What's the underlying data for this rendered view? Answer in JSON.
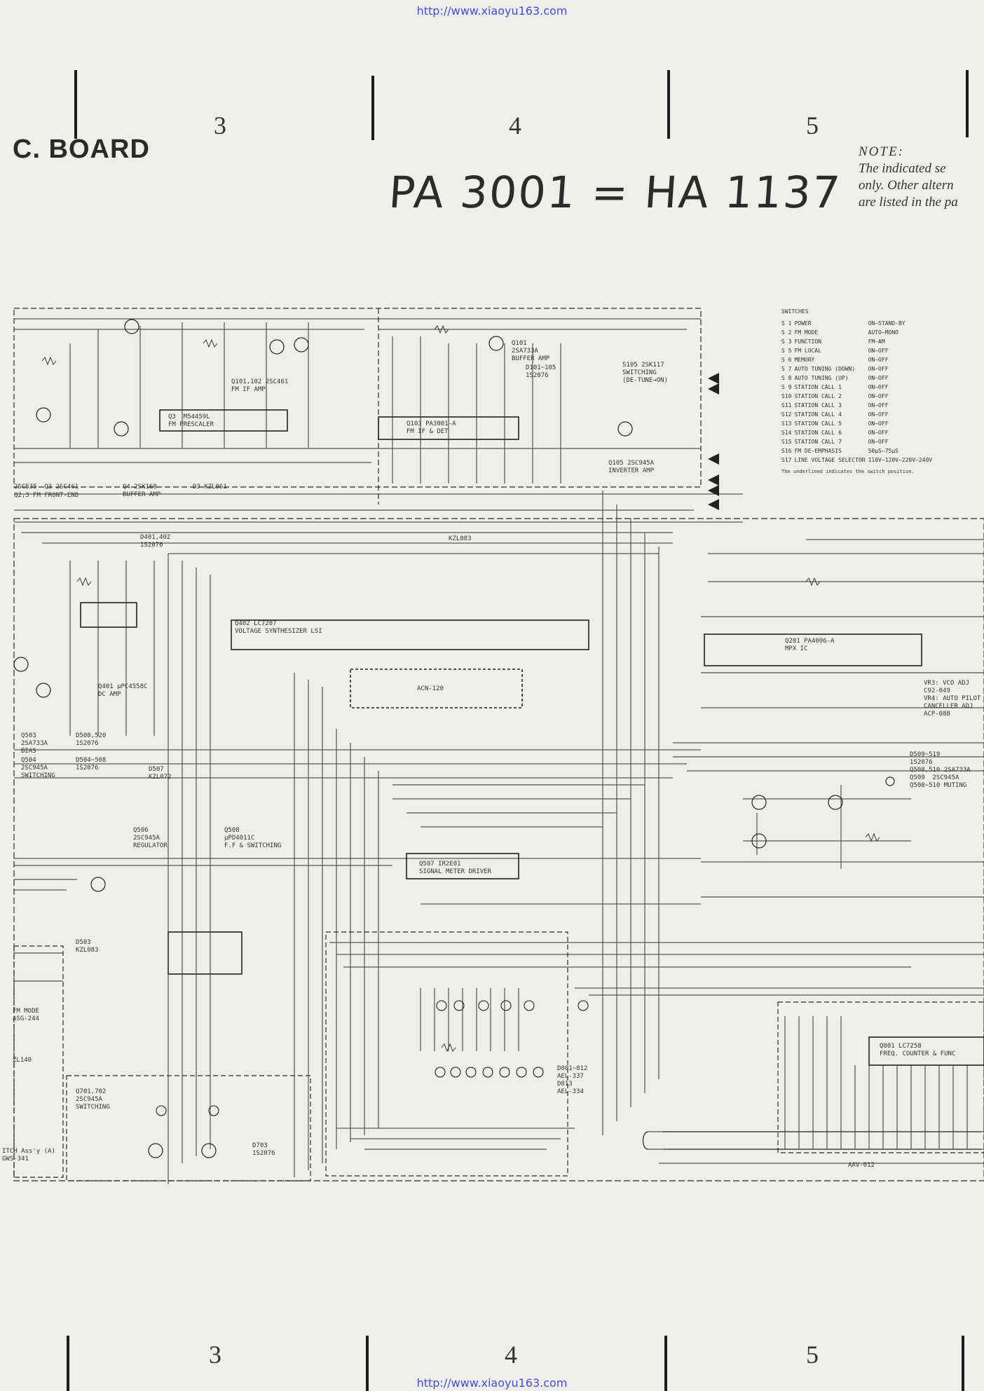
{
  "header": {
    "watermark_top": "http://www.xiaoyu163.com",
    "watermark_bottom": "http://www.xiaoyu163.com",
    "column_numbers_top": [
      "3",
      "4",
      "5"
    ],
    "column_numbers_bottom": [
      "3",
      "4",
      "5"
    ]
  },
  "title": "C. BOARD",
  "handwritten_note": "PA 3001 = HA 1137",
  "note": {
    "heading": "NOTE:",
    "lines": [
      "The indicated se",
      "only. Other altern",
      "are listed in the pa"
    ]
  },
  "switches": {
    "heading": "SWITCHES",
    "rows": [
      {
        "id": "S 1",
        "name": "POWER",
        "pos": "ON—STAND-BY"
      },
      {
        "id": "S 2",
        "name": "FM MODE",
        "pos": "AUTO—MONO"
      },
      {
        "id": "S 3",
        "name": "FUNCTION",
        "pos": "FM—AM"
      },
      {
        "id": "S 5",
        "name": "FM LOCAL",
        "pos": "ON—OFF"
      },
      {
        "id": "S 6",
        "name": "MEMORY",
        "pos": "ON—OFF"
      },
      {
        "id": "S 7",
        "name": "AUTO TUNING (DOWN)",
        "pos": "ON—OFF"
      },
      {
        "id": "S 8",
        "name": "AUTO TUNING (UP)",
        "pos": "ON—OFF"
      },
      {
        "id": "S 9",
        "name": "STATION CALL 1",
        "pos": "ON—OFF"
      },
      {
        "id": "S10",
        "name": "STATION CALL 2",
        "pos": "ON—OFF"
      },
      {
        "id": "S11",
        "name": "STATION CALL 3",
        "pos": "ON—OFF"
      },
      {
        "id": "S12",
        "name": "STATION CALL 4",
        "pos": "ON—OFF"
      },
      {
        "id": "S13",
        "name": "STATION CALL 5",
        "pos": "ON—OFF"
      },
      {
        "id": "S14",
        "name": "STATION CALL 6",
        "pos": "ON—OFF"
      },
      {
        "id": "S15",
        "name": "STATION CALL 7",
        "pos": "ON—OFF"
      },
      {
        "id": "S16",
        "name": "FM DE-EMPHASIS",
        "pos": "50μS—75μS"
      },
      {
        "id": "S17",
        "name": "LINE VOLTAGE SELECTOR",
        "pos": "110V—120V—220V—240V"
      }
    ],
    "footnote": "The underlined indicates the switch position."
  },
  "labels": {
    "q101": "Q101,102 2SC461\nFM IF AMP",
    "q3": "Q3  M54459L\nFM PRESCALER",
    "q4": "Q4 2SK168\nBUFFER AMP",
    "d3": "D3 KZL061",
    "q2": "Q2,3 FM FRONT-END",
    "q23": "2SC535  Q3 2SC461",
    "q101b": "Q101\n2SA733A\nBUFFER AMP",
    "d101": "D101~105\n1S2076",
    "s105": "S105 2SK117\nSWITCHING\n(DE-TUNE→ON)",
    "q103": "Q103 PA3001-A\nFM IF & DET",
    "q105": "Q105 2SC945A\nINVERTER AMP",
    "d401": "D401,402\n1S2076",
    "kzl083": "KZL083",
    "q401": "Q401 μPC4558C\nDC AMP",
    "q402": "Q402 LC7207\nVOLTAGE SYNTHESIZER LSI",
    "acn": "ACN-120",
    "q201": "Q201 PA4006-A\nMPX IC",
    "q503": "Q503\n2SA733A\nBIAS",
    "q504": "Q504\n2SC945A\nSWITCHING",
    "d508": "D508,520\n1S2076",
    "d504": "D504~508\n1S2076",
    "d507": "D507\nKZL072",
    "q506": "Q506\n2SC945A\nREGULATOR",
    "q508": "Q508\nμPD4011C\nF.F & SWITCHING",
    "q507": "Q507 IR2E01\nSIGNAL METER DRIVER",
    "d503": "D503\nKZL083",
    "q509": "D509~519\n1S2076\nQ508,510 2SA733A\nQ509  2SC945A\nQ508~510 MUTING",
    "d801": "D801~812\nAEL-337\nD813\nAEL-334",
    "q701": "Q701,702\n2SC945A\nSWITCHING",
    "d703": "D703\n1S2076",
    "q801": "Q801 LC7258\nFREQ. COUNTER & FUNC",
    "fmmode": "FM MODE\nASG-244",
    "zl140": "ZL140",
    "switch_assy": "ITCH Ass'y (A)\nGWS-341",
    "aav": "AAV-012",
    "vr": "VR3: VCO ADJ\nC92-049\nVR4: AUTO PILOT\nCANCELLER ADJ\nACP-088"
  }
}
